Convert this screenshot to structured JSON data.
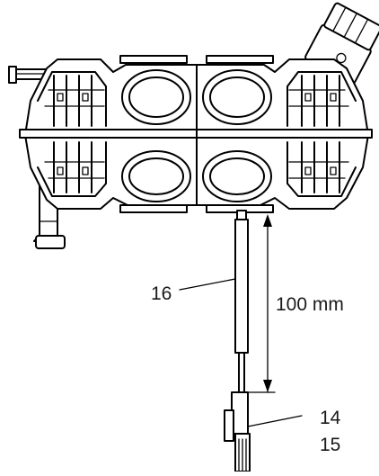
{
  "callouts": {
    "item_16": "16",
    "item_14": "14",
    "item_15": "15"
  },
  "dimension": {
    "label": "100 mm"
  },
  "colors": {
    "line": "#000000",
    "background": "#ffffff",
    "label_text": "#1a1a1a"
  }
}
